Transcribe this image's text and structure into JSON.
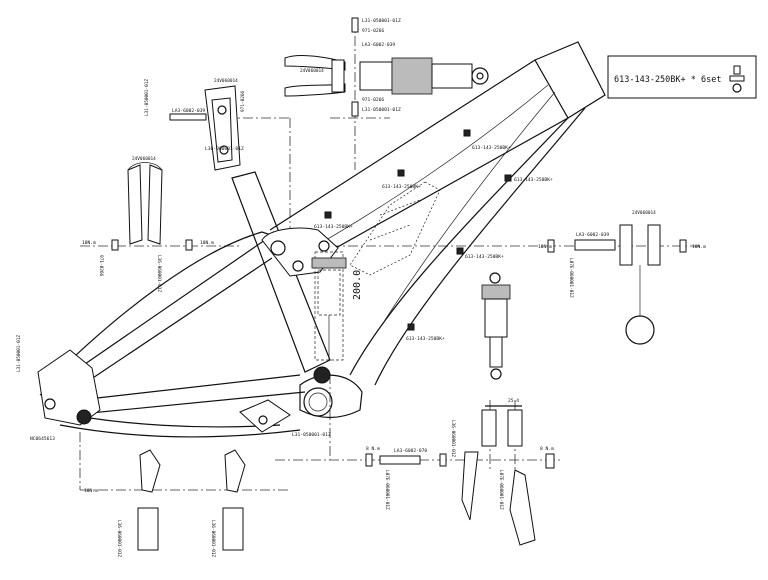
{
  "spec_box": {
    "text": "613-143-250BK+ * 6set"
  },
  "cable_guides": [
    "613-143-250BK+",
    "613-143-250BK+",
    "613-143-250BK+",
    "613-143-250BK+",
    "613-143-250BK+"
  ],
  "shock_length": "200.0",
  "dimension_bb": "25.4",
  "top_shock_parts": [
    "L31-050001-01Z",
    "971-0266",
    "LA3-6002-039",
    "971-0266",
    "L31-050001-01Z"
  ],
  "top_link_labels": [
    "24V060014",
    "L36-060001-01Z"
  ],
  "seatstay_link_labels": [
    "L31-050001-01Z",
    "971-0266",
    "LA3-6002-039",
    "L36-060001-01Z",
    "24V060014"
  ],
  "left_axle_labels": [
    "10N.m",
    "971-0266",
    "L36-060001-01Z",
    "10N.m"
  ],
  "right_axle_labels": [
    "10N.m",
    "LA3-6002-039",
    "L07E-060001-01Z",
    "10N.m",
    "24V060014"
  ],
  "dropout_labels": [
    "L31-050001-01Z",
    "10N.m",
    "L36-060001-01Z",
    "L36-060001-01Z"
  ],
  "bottom_labels": [
    "L31-050001-01Z",
    "LA3-6002-070",
    "8 N.m",
    "8 N.m",
    "L07E-060001-01Z"
  ],
  "hanger_labels": [
    "L36-060001-01Z",
    "L07E-060001-01Z"
  ],
  "rear_label": "NC0645613"
}
